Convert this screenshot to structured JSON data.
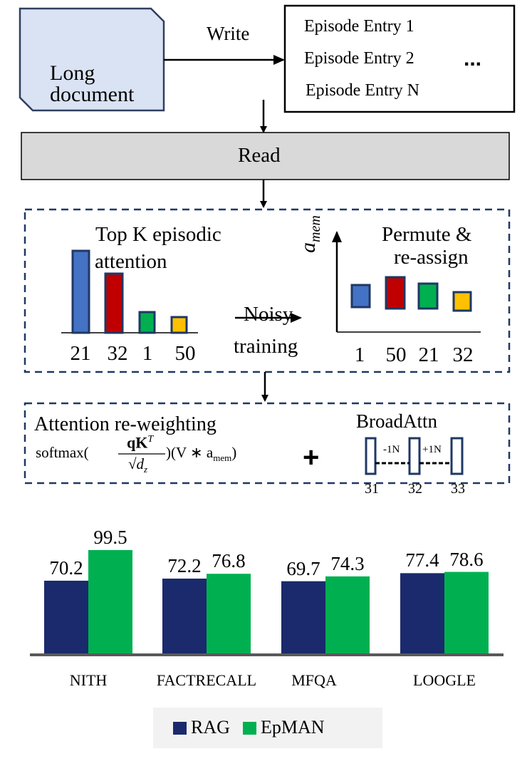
{
  "top": {
    "source_label": "Long document",
    "write_label": "Write",
    "entries": [
      "Episode Entry 1",
      "Episode Entry 2",
      "Episode Entry N"
    ],
    "ellipsis": "...",
    "read_label": "Read"
  },
  "noisy": {
    "left_title_1": "Top K episodic",
    "left_title_2": "attention",
    "left_ids": [
      "21",
      "32",
      "1",
      "50"
    ],
    "arrow_label_1": "Noisy",
    "arrow_label_2": "training",
    "axis_label": "a_mem",
    "right_title_1": "Permute &",
    "right_title_2": "re-assign",
    "right_ids": [
      "1",
      "50",
      "21",
      "32"
    ],
    "colors": {
      "blue": "#4472c4",
      "red": "#c00000",
      "green": "#00b050",
      "yellow": "#ffc000",
      "outline": "#1f3864"
    }
  },
  "reweight": {
    "title": "Attention re-weighting",
    "formula_prefix": "softmax(",
    "formula_num": "qK",
    "formula_sup": "T",
    "formula_den": "√d",
    "formula_den_sub": "z",
    "formula_suffix": ")(V ∗ a",
    "formula_sub": "mem",
    "formula_close": ")",
    "plus": "+",
    "broad_title": "BroadAttn",
    "link_left": "-1N",
    "link_right": "+1N",
    "positions": [
      "31",
      "32",
      "33"
    ]
  },
  "chart_data": {
    "type": "bar",
    "categories": [
      "NITH",
      "FACTRECALL",
      "MFQA",
      "LOOGLE"
    ],
    "series": [
      {
        "name": "RAG",
        "color": "#1a2a6c",
        "values": [
          70.2,
          72.2,
          69.7,
          77.4
        ]
      },
      {
        "name": "EpMAN",
        "color": "#00b050",
        "values": [
          99.5,
          76.8,
          74.3,
          78.6
        ]
      }
    ],
    "value_labels": [
      [
        "70.2",
        "72.2",
        "69.7",
        "77.4"
      ],
      [
        "99.5",
        "76.8",
        "74.3",
        "78.6"
      ]
    ],
    "ylim": [
      0,
      100
    ],
    "legend": {
      "position": "bottom",
      "items": [
        "RAG",
        "EpMAN"
      ]
    }
  }
}
